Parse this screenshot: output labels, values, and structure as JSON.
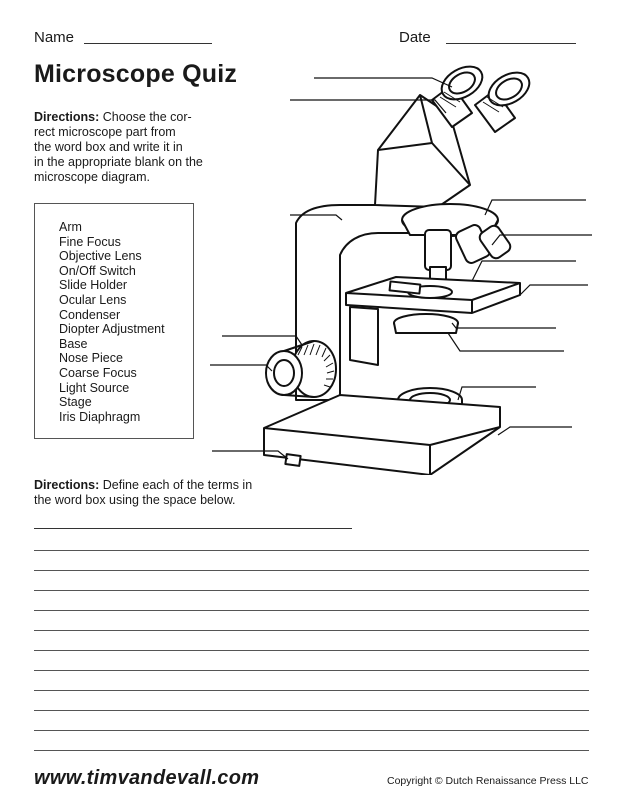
{
  "header": {
    "name_label": "Name",
    "date_label": "Date"
  },
  "title": "Microscope Quiz",
  "directions1": {
    "bold": "Directions:",
    "lines": [
      " Choose the cor-",
      "rect microscope part from",
      "the word box and write it in",
      "in the appropriate blank on the",
      "microscope diagram."
    ]
  },
  "word_box": [
    "Arm",
    "Fine Focus",
    "Objective Lens",
    "On/Off Switch",
    "Slide Holder",
    "Ocular Lens",
    "Condenser",
    "Diopter Adjustment",
    "Base",
    "Nose Piece",
    "Coarse Focus",
    "Light Source",
    "Stage",
    "Iris Diaphragm"
  ],
  "directions2": {
    "bold": "Directions:",
    "line1": " Define each of the terms in",
    "line2": "the word box using the space below."
  },
  "footer": {
    "website": "www.timvandevall.com",
    "copyright": "Copyright © Dutch Renaissance Press LLC"
  }
}
